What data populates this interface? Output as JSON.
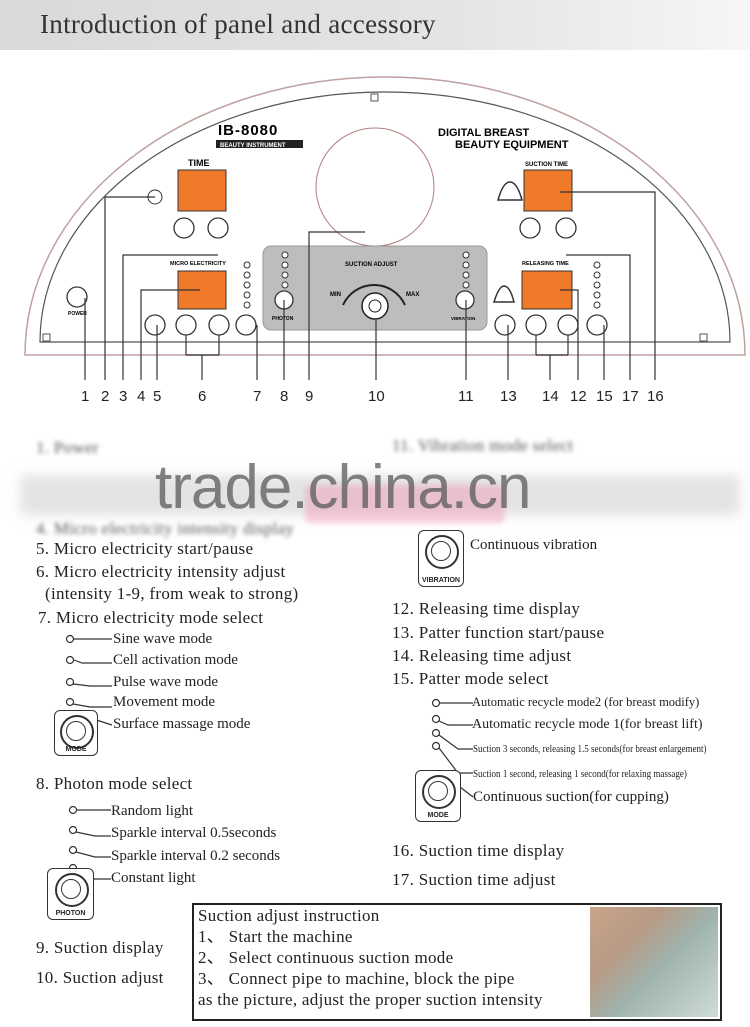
{
  "header": {
    "title": "Introduction of panel and accessory"
  },
  "panel": {
    "model": "IB-8080",
    "model_sub": "BEAUTY INSTRUMENT",
    "product_name_line1": "DIGITAL BREAST",
    "product_name_line2": "BEAUTY EQUIPMENT",
    "time_label": "TIME",
    "micro_label": "MICRO ELECTRICITY",
    "suction_time_label": "SUCTION TIME",
    "releasing_time_label": "RELEASING TIME",
    "suction_adjust_label": "SUCTION ADJUST",
    "min_label": "MIN",
    "max_label": "MAX",
    "power_label": "POWER",
    "photon_label": "PHOTON",
    "vibration_label": "VIBRATION",
    "mode_label": "MODE",
    "display_color": "#f07a2a"
  },
  "callouts": [
    "1",
    "2",
    "3",
    "4",
    "5",
    "6",
    "7",
    "8",
    "9",
    "10",
    "11",
    "13",
    "14",
    "12",
    "15",
    "17",
    "16"
  ],
  "left": {
    "item1": "1. Power",
    "item4": "4. Micro electricity intensity display",
    "item5": "5. Micro electricity start/pause",
    "item6": "6. Micro electricity intensity adjust",
    "item6b": "(intensity 1-9, from weak to strong)",
    "item7": "7. Micro electricity mode select",
    "item7_modes": [
      "Sine wave mode",
      "Cell activation mode",
      "Pulse wave mode",
      "Movement mode",
      "Surface massage mode"
    ],
    "item8": "8. Photon mode select",
    "item8_modes": [
      "Random light",
      "Sparkle interval 0.5seconds",
      "Sparkle interval 0.2 seconds",
      "Constant light"
    ],
    "item9": "9. Suction display",
    "item10": "10. Suction adjust"
  },
  "right": {
    "item11": "11. Vibration mode select",
    "item11_mode": "Continuous vibration",
    "item12": "12. Releasing time display",
    "item13": "13. Patter function start/pause",
    "item14": "14. Releasing time adjust",
    "item15": "15. Patter mode select",
    "item15_modes": [
      "Automatic recycle mode2 (for breast modify)",
      "Automatic recycle mode 1(for breast lift)",
      "Suction 3 seconds, releasing 1.5 seconds(for breast enlargement)",
      "Suction 1 second, releasing 1 second(for relaxing massage)",
      "Continuous suction(for cupping)"
    ],
    "item16": "16. Suction time display",
    "item17": "17. Suction time adjust"
  },
  "instruction": {
    "title": "Suction adjust instruction",
    "steps": [
      "1、 Start the machine",
      "2、 Select continuous suction mode",
      "3、 Connect pipe to machine, block the pipe",
      "as the picture, adjust the proper suction intensity"
    ]
  },
  "watermark": "trade.china.cn"
}
